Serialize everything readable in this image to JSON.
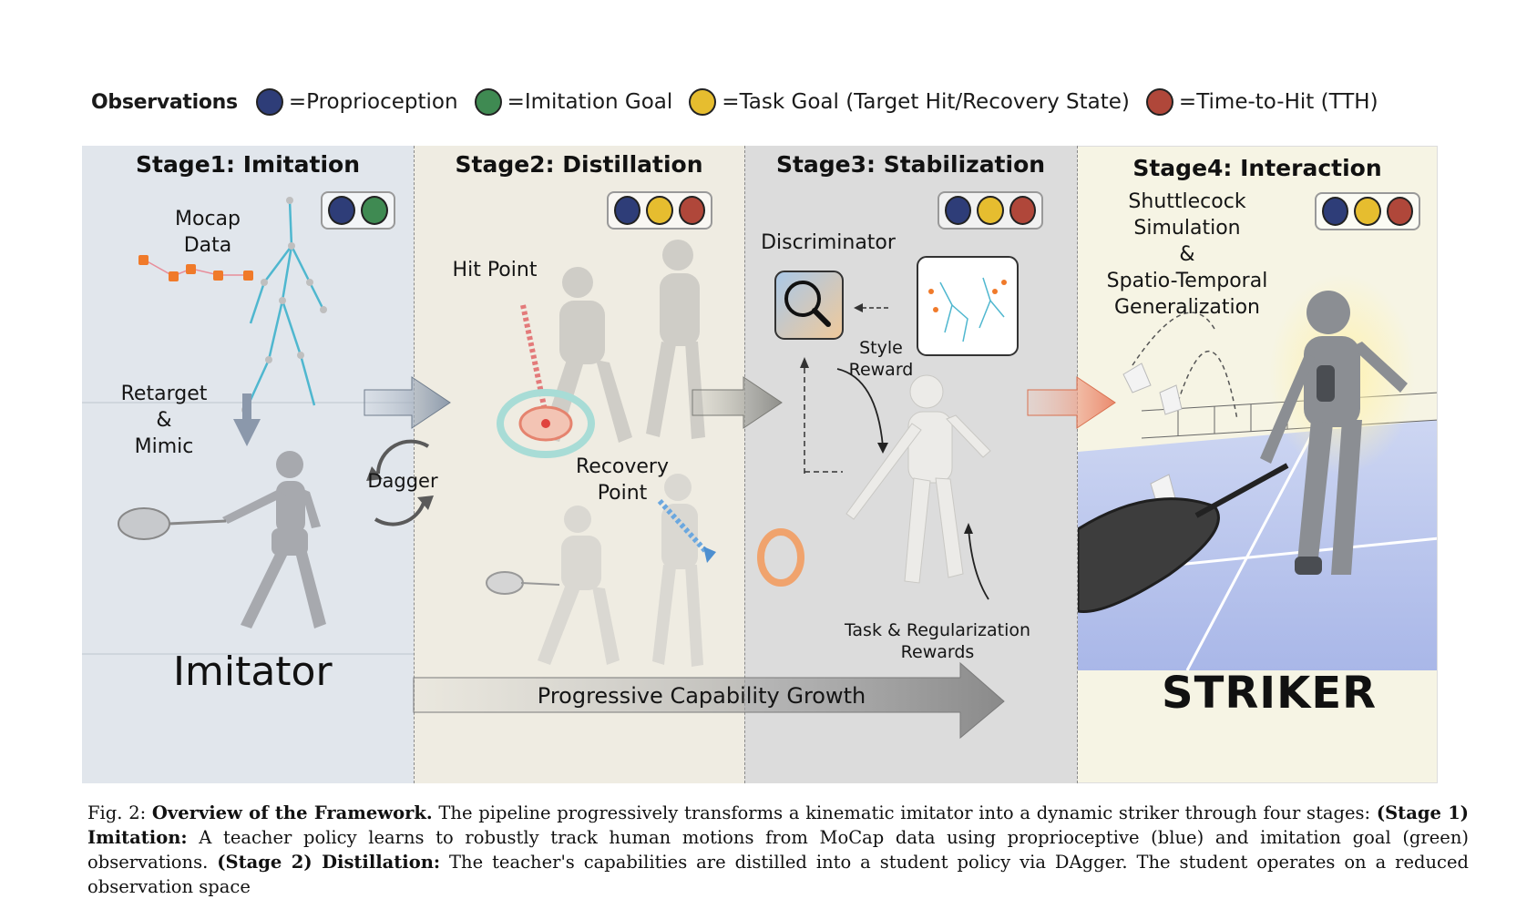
{
  "legend": {
    "title": "Observations",
    "items": [
      {
        "label": "=Proprioception",
        "color": "#2e3d78"
      },
      {
        "label": "=Imitation Goal",
        "color": "#3f8a52"
      },
      {
        "label": "=Task Goal (Target Hit/Recovery State)",
        "color": "#e6bd2f"
      },
      {
        "label": "=Time-to-Hit (TTH)",
        "color": "#b0473a"
      }
    ]
  },
  "stages": [
    {
      "title": "Stage1: Imitation"
    },
    {
      "title": "Stage2: Distillation"
    },
    {
      "title": "Stage3: Stabilization"
    },
    {
      "title": "Stage4: Interaction"
    }
  ],
  "stage1": {
    "mocap_line1": "Mocap",
    "mocap_line2": "Data",
    "retarget_line1": "Retarget",
    "retarget_line2": "&",
    "retarget_line3": "Mimic",
    "imitator": "Imitator"
  },
  "dagger": "Dagger",
  "stage2": {
    "hit_point": "Hit Point",
    "recovery_line1": "Recovery",
    "recovery_line2": "Point"
  },
  "stage3": {
    "discriminator": "Discriminator",
    "style_line1": "Style",
    "style_line2": "Reward",
    "task_line1": "Task & Regularization",
    "task_line2": "Rewards"
  },
  "stage4": {
    "sim_line1": "Shuttlecock",
    "sim_line2": "Simulation",
    "sim_line3": "&",
    "sim_line4": "Spatio-Temporal",
    "sim_line5": "Generalization",
    "striker": "STRIKER"
  },
  "progress_label": "Progressive Capability Growth",
  "caption": {
    "fig": "Fig. 2: ",
    "bold1": "Overview of the Framework.",
    "text1": " The pipeline progressively transforms a kinematic imitator into a dynamic striker through four stages: ",
    "bold2": "(Stage 1) Imitation:",
    "text2": " A teacher policy learns to robustly track human motions from MoCap data using proprioceptive (blue) and imitation goal (green) observations. ",
    "bold3": "(Stage 2) Distillation:",
    "text3": " The teacher's capabilities are distilled into a student policy via DAgger. The student operates on a reduced observation space"
  }
}
